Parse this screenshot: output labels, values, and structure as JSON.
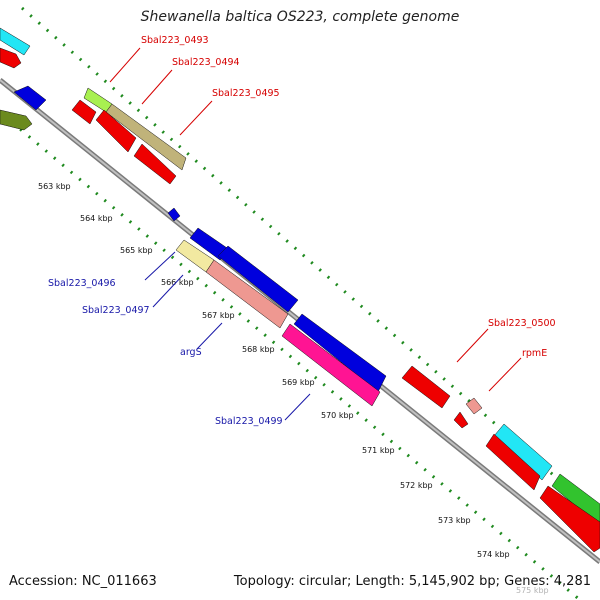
{
  "title": "Shewanella baltica OS223, complete genome",
  "accession_text": "Accession: NC_011663",
  "summary_text": "Topology: circular; Length: 5,145,902 bp; Genes: 4,281",
  "ticks": [
    "563 kbp",
    "564 kbp",
    "565 kbp",
    "566 kbp",
    "567 kbp",
    "568 kbp",
    "569 kbp",
    "570 kbp",
    "571 kbp",
    "572 kbp",
    "573 kbp",
    "574 kbp",
    "575 kbp"
  ],
  "gene_labels": {
    "g0493": "Sbal223_0493",
    "g0494": "Sbal223_0494",
    "g0495": "Sbal223_0495",
    "g0496": "Sbal223_0496",
    "g0497": "Sbal223_0497",
    "argS": "argS",
    "g0499": "Sbal223_0499",
    "g0500": "Sbal223_0500",
    "rpmE": "rpmE"
  },
  "colors": {
    "label_red": "#d60000",
    "label_blue": "#1818a8",
    "backbone": "#8a8a8a",
    "dotted_ring": "#1f8a1f",
    "red": "#ee0000",
    "blue": "#0000dd",
    "olive": "#c0b37a",
    "pale_yellow": "#f2e9a1",
    "salmon": "#ee9891",
    "magenta": "#ff1493",
    "cyan": "#22e6f5",
    "green": "#32c32e",
    "dark_olive": "#6b8a1e",
    "light_green": "#a8f050"
  }
}
